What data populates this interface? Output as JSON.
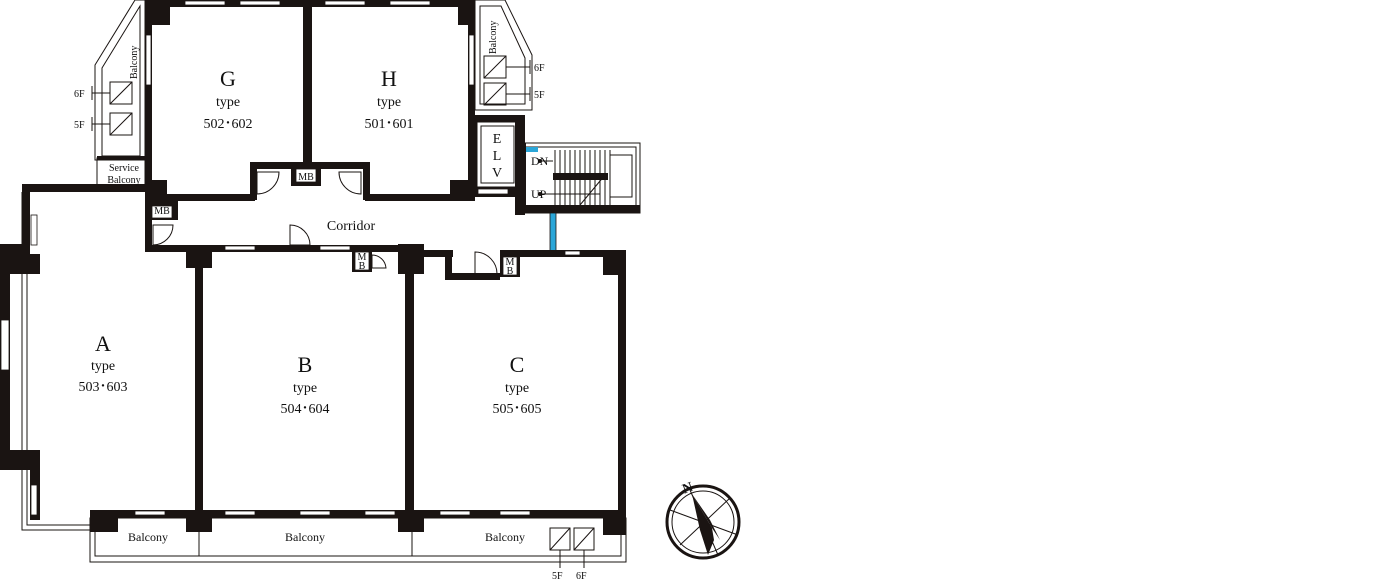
{
  "units": {
    "g": {
      "letter": "G",
      "type": "type",
      "rooms": "502･602"
    },
    "h": {
      "letter": "H",
      "type": "type",
      "rooms": "501･601"
    },
    "a": {
      "letter": "A",
      "type": "type",
      "rooms": "503･603"
    },
    "b": {
      "letter": "B",
      "type": "type",
      "rooms": "504･604"
    },
    "c": {
      "letter": "C",
      "type": "type",
      "rooms": "505･605"
    }
  },
  "labels": {
    "corridor": "Corridor",
    "balcony": "Balcony",
    "service_balcony_1": "Service",
    "service_balcony_2": "Balcony",
    "mb": "MB",
    "mb_m": "M",
    "mb_b": "B",
    "elv_e": "E",
    "elv_l": "L",
    "elv_v": "V",
    "dn": "DN",
    "up": "UP",
    "floor_6f": "6F",
    "floor_5f": "5F",
    "north": "N"
  },
  "colors": {
    "wall": "#1a1412",
    "accent": "#2aa6d8"
  }
}
